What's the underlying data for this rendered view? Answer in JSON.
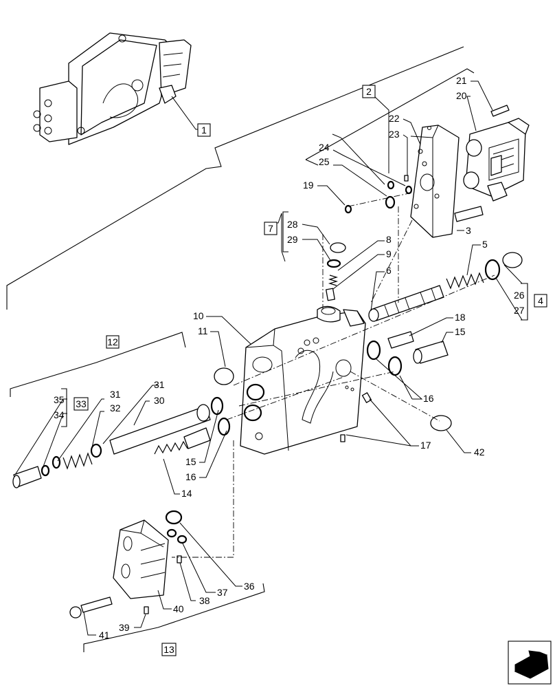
{
  "labels": {
    "l1": "1",
    "l2": "2",
    "l3": "3",
    "l4": "4",
    "l5": "5",
    "l6": "6",
    "l7": "7",
    "l8": "8",
    "l9": "9",
    "l10": "10",
    "l11": "11",
    "l12": "12",
    "l13": "13",
    "l14": "14",
    "l15a": "15",
    "l15b": "15",
    "l16a": "16",
    "l16b": "16",
    "l17": "17",
    "l18": "18",
    "l19": "19",
    "l20": "20",
    "l21": "21",
    "l22": "22",
    "l23": "23",
    "l24": "24",
    "l25": "25",
    "l26": "26",
    "l27": "27",
    "l28": "28",
    "l29": "29",
    "l30": "30",
    "l31a": "31",
    "l31b": "31",
    "l32": "32",
    "l33": "33",
    "l34": "34",
    "l35": "35",
    "l36": "36",
    "l37": "37",
    "l38": "38",
    "l39": "39",
    "l40": "40",
    "l41": "41",
    "l42": "42"
  },
  "colors": {
    "line": "#000000",
    "background": "#ffffff"
  },
  "icons": {
    "navigation": "arrow-icon"
  }
}
